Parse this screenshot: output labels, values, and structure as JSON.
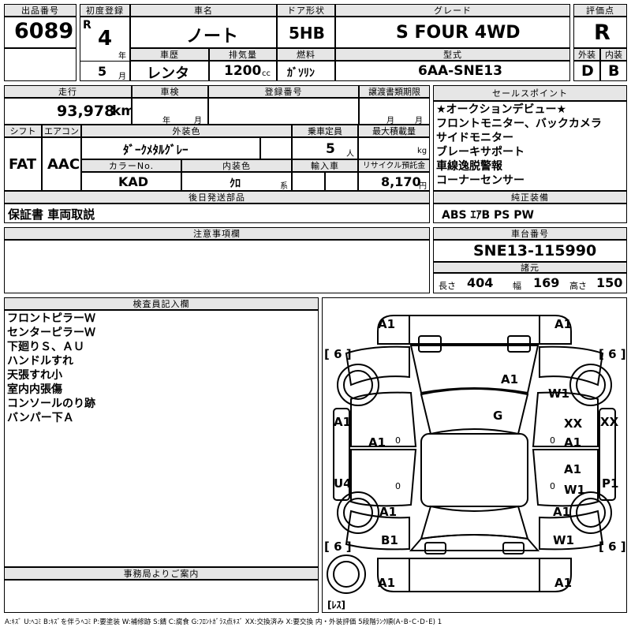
{
  "labels": {
    "lot_no": "出品番号",
    "first_reg": "初度登録",
    "car_name": "車名",
    "door_type": "ドア形状",
    "grade": "グレード",
    "score": "評価点",
    "year_unit": "年",
    "month_unit": "月",
    "history": "車歴",
    "displacement": "排気量",
    "cc_unit": "cc",
    "fuel": "燃料",
    "model": "型式",
    "exterior": "外装",
    "interior": "内装",
    "mileage": "走行",
    "km_unit": "km",
    "inspection": "車検",
    "reg_no": "登録番号",
    "transfer_deadline": "譲渡書類期限",
    "sales_points": "セールスポイント",
    "shift": "シフト",
    "aircon": "エアコン",
    "ext_color": "外装色",
    "capacity": "乗車定員",
    "max_load": "最大積載量",
    "person_unit": "人",
    "kg_unit": "kg",
    "color_no": "カラーNo.",
    "int_color": "内装色",
    "import": "輸入車",
    "recycle_fee": "リサイクル預託金",
    "yen_unit": "円",
    "series_unit": "系",
    "later_items": "後日発送部品",
    "equipment": "純正装備",
    "caution": "注意事項欄",
    "chassis_no": "車台番号",
    "dimensions": "諸元",
    "length": "長さ",
    "width": "幅",
    "height": "高さ",
    "inspector": "検査員記入欄",
    "office_notice": "事務局よりご案内"
  },
  "values": {
    "lot_no": "6089",
    "first_reg_era": "R",
    "first_reg_year": "4",
    "first_reg_month": "5",
    "car_name": "ノート",
    "door_type": "5HB",
    "grade": "S FOUR 4WD",
    "score": "R",
    "history": "レンタ",
    "displacement": "1200",
    "fuel": "ｶﾞｿﾘﾝ",
    "model": "6AA-SNE13",
    "exterior": "D",
    "interior": "B",
    "mileage": "93,978",
    "shift": "FAT",
    "aircon": "AAC",
    "ext_color": "ﾀﾞｰｸﾒﾀﾙｸﾞﾚｰ",
    "capacity": "5",
    "color_no": "KAD",
    "int_color": "ｸﾛ",
    "recycle_fee": "8,170",
    "later_items": "保証書 車両取説",
    "equipment": "ABS ｴｱB PS PW",
    "chassis_no": "SNE13-115990",
    "length": "404",
    "width": "169",
    "height": "150"
  },
  "sales_points": [
    "★オークションデビュー★",
    "フロントモニター、バックカメラ",
    "サイドモニター",
    "ブレーキサポート",
    "車線逸脱警報",
    "コーナーセンサー"
  ],
  "inspector_notes": [
    "フロントピラーＷ",
    "センターピラーＷ",
    "下廻りＳ、ＡＵ",
    "ハンドルすれ",
    "天張すれ小",
    "室内内張傷",
    "コンソールのり跡",
    "バンパー下Ａ"
  ],
  "diagram": {
    "tire_depth": "6",
    "spare_label": "ﾚｽ",
    "marks": [
      "A1",
      "A1",
      "A1",
      "W1",
      "G",
      "A1",
      "A1",
      "XX",
      "XX",
      "A1",
      "U4",
      "A1",
      "W1",
      "P1",
      "A1",
      "A1",
      "B1",
      "W1",
      "A1",
      "A1",
      "0",
      "0",
      "0",
      "0"
    ]
  },
  "legend": "A:ｷｽﾞ U:ﾍｺﾐ B:ｷｽﾞを伴うﾍｺﾐ P:要塗装 W:補修跡 S:錆 C:腐食 G:ﾌﾛﾝﾄｶﾞﾗｽ点ｷｽﾞ XX:交換済み X:要交換 内・外装評価 5段階ﾗﾝｸ順(A･B･C･D･E) 1"
}
